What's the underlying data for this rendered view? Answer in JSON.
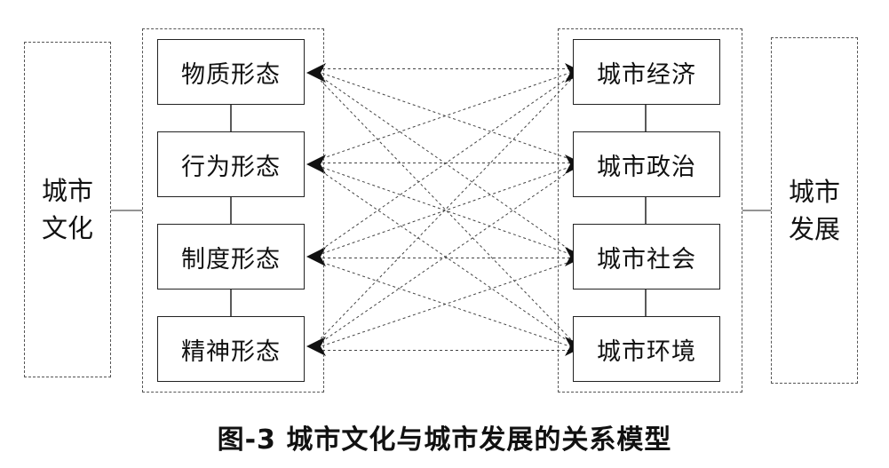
{
  "left_outer": {
    "label": "城市文化"
  },
  "right_outer": {
    "label": "城市发展"
  },
  "culture_forms": [
    {
      "label": "物质形态"
    },
    {
      "label": "行为形态"
    },
    {
      "label": "制度形态"
    },
    {
      "label": "精神形态"
    }
  ],
  "development_aspects": [
    {
      "label": "城市经济"
    },
    {
      "label": "城市政治"
    },
    {
      "label": "城市社会"
    },
    {
      "label": "城市环境"
    }
  ],
  "relation": "many-to-many bidirectional",
  "caption": "图-3  城市文化与城市发展的关系模型"
}
